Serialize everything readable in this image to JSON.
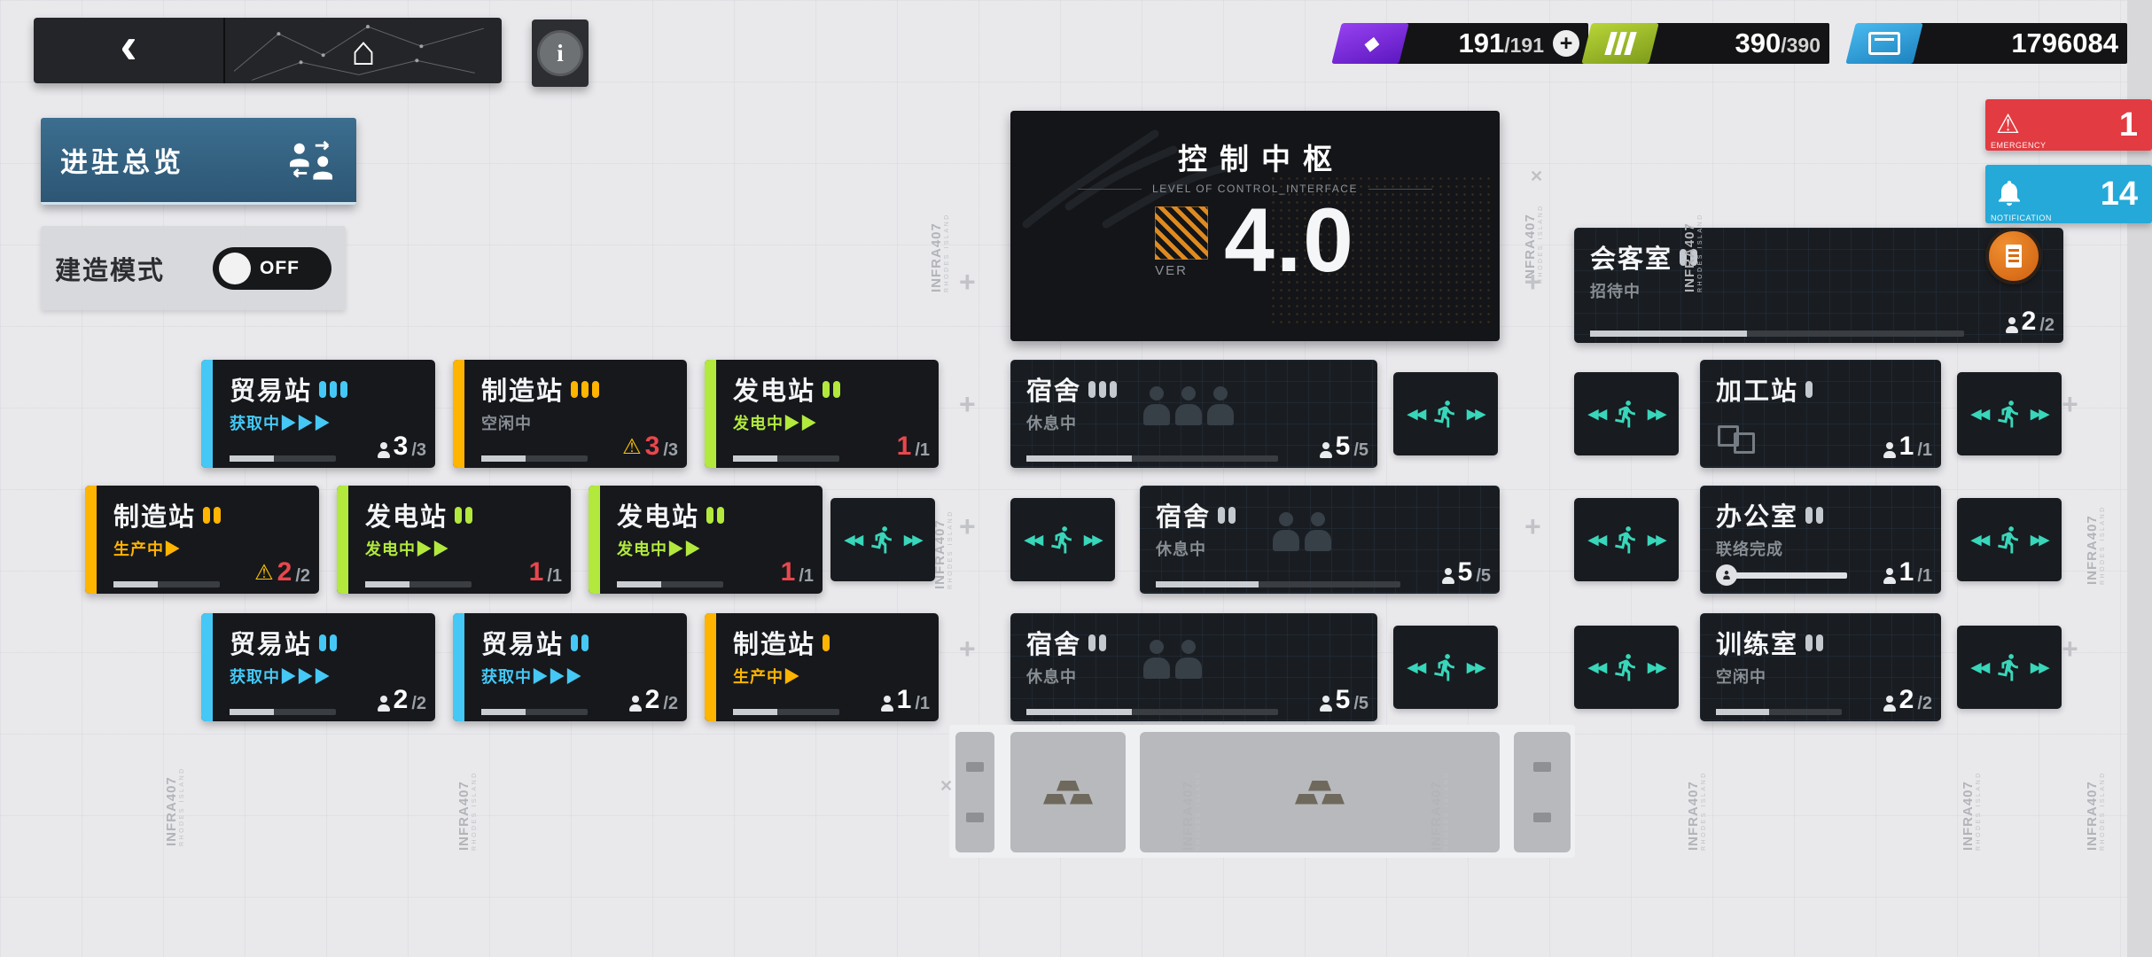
{
  "palette": {
    "trade_accent": "#45c8f5",
    "factory_accent": "#ffb400",
    "power_accent": "#b2e93c",
    "neutral_accent": "#c3c9cf",
    "corridor_teal": "#38d6ba",
    "emergency_red": "#e23b41",
    "notification_blue": "#24a9d8",
    "sanity_purple": "#7b2fd6",
    "battery_green": "#9dc525",
    "lmd_blue": "#2f9fd8"
  },
  "topbar": {
    "back_icon": "‹",
    "home_icon": "⌂",
    "info_icon": "i",
    "resources": {
      "sanity": {
        "icon": "◆",
        "value": "191",
        "max": "/191",
        "plus": "+"
      },
      "power": {
        "value": "390",
        "max": "/390"
      },
      "lmd": {
        "value": "1796084"
      }
    }
  },
  "alerts": {
    "emergency": {
      "icon": "⚠",
      "count": "1",
      "label": "EMERGENCY"
    },
    "notification": {
      "count": "14",
      "label": "NOTIFICATION"
    }
  },
  "panel": {
    "overview_label": "进驻总览",
    "build_mode_label": "建造模式",
    "toggle_label": "OFF"
  },
  "control_center": {
    "title": "控制中枢",
    "subtitle": "LEVEL OF CONTROL_INTERFACE",
    "ver_label": "VER",
    "version": "4.0"
  },
  "corridor": {
    "left": "◀◀",
    "right": "▶▶"
  },
  "buildings": {
    "trading1": {
      "name": "贸易站",
      "pills": 3,
      "status": "获取中▶▶▶",
      "count": "3",
      "max": "/3"
    },
    "factory1": {
      "name": "制造站",
      "pills": 3,
      "status": "空闲中",
      "warn": "⚠",
      "count": "3",
      "max": "/3"
    },
    "power1": {
      "name": "发电站",
      "pills": 2,
      "status": "发电中▶▶",
      "count": "1",
      "max": "/1"
    },
    "factory2": {
      "name": "制造站",
      "pills": 2,
      "status": "生产中▶",
      "warn": "⚠",
      "count": "2",
      "max": "/2"
    },
    "power2": {
      "name": "发电站",
      "pills": 2,
      "status": "发电中▶▶",
      "count": "1",
      "max": "/1"
    },
    "power3": {
      "name": "发电站",
      "pills": 2,
      "status": "发电中▶▶",
      "count": "1",
      "max": "/1"
    },
    "trading2": {
      "name": "贸易站",
      "pills": 2,
      "status": "获取中▶▶▶",
      "count": "2",
      "max": "/2"
    },
    "trading3": {
      "name": "贸易站",
      "pills": 2,
      "status": "获取中▶▶▶",
      "count": "2",
      "max": "/2"
    },
    "factory3": {
      "name": "制造站",
      "pills": 1,
      "status": "生产中▶",
      "count": "1",
      "max": "/1"
    },
    "dorm1": {
      "name": "宿舍",
      "pills": 3,
      "status": "休息中",
      "count": "5",
      "max": "/5"
    },
    "dorm2": {
      "name": "宿舍",
      "pills": 2,
      "status": "休息中",
      "count": "5",
      "max": "/5"
    },
    "dorm3": {
      "name": "宿舍",
      "pills": 2,
      "status": "休息中",
      "count": "5",
      "max": "/5"
    },
    "reception": {
      "name": "会客室",
      "pills": 2,
      "status": "招待中",
      "count": "2",
      "max": "/2"
    },
    "workshop": {
      "name": "加工站",
      "pills": 1,
      "count": "1",
      "max": "/1"
    },
    "office": {
      "name": "办公室",
      "pills": 2,
      "status": "联络完成",
      "count": "1",
      "max": "/1"
    },
    "training": {
      "name": "训练室",
      "pills": 2,
      "status": "空闲中",
      "count": "2",
      "max": "/2"
    }
  },
  "decor": {
    "infra_line1": "INFRA407",
    "infra_line2": "RHODES ISLAND",
    "plus": "+",
    "cross": "✕"
  }
}
